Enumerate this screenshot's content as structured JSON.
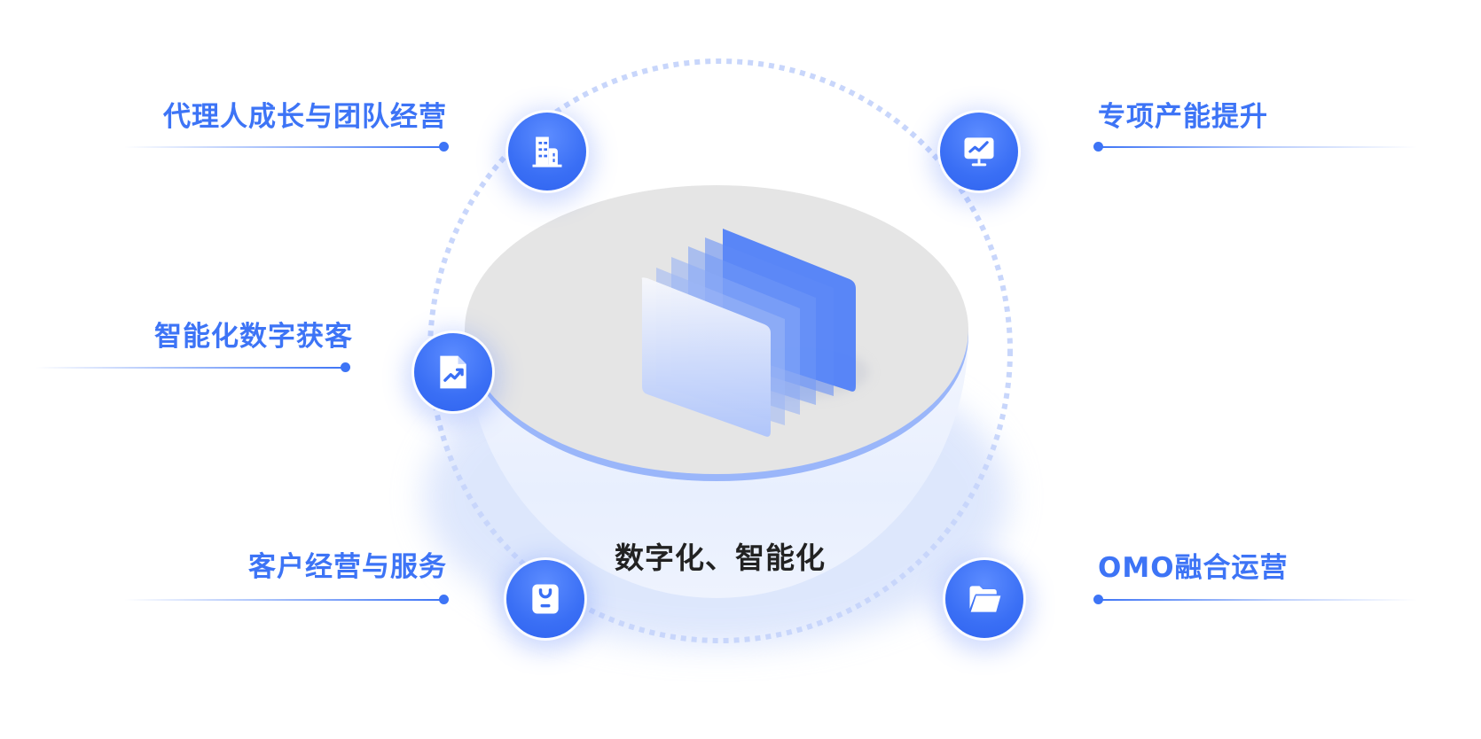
{
  "diagram": {
    "center": {
      "title": "数字化、智能化",
      "graphic": "layered-glass-panels"
    },
    "nodes": [
      {
        "id": "agent-growth",
        "label": "代理人成长与团队经营",
        "icon": "building-icon",
        "side": "left"
      },
      {
        "id": "smart-acquisition",
        "label": "智能化数字获客",
        "icon": "document-trend-icon",
        "side": "left"
      },
      {
        "id": "customer-service",
        "label": "客户经营与服务",
        "icon": "shopping-bag-icon",
        "side": "left"
      },
      {
        "id": "special-capacity",
        "label": "专项产能提升",
        "icon": "monitor-chart-icon",
        "side": "right"
      },
      {
        "id": "omo-operation",
        "label": "OMO融合运营",
        "icon": "folder-open-icon",
        "side": "right"
      }
    ],
    "colors": {
      "accent": "#3d74f6",
      "node_fill": "#3a6ff5",
      "dotted_ring": "#c8d6fb",
      "disc_top": "#e5e5e5",
      "bowl": "#e8effe",
      "center_text": "#222222"
    }
  }
}
